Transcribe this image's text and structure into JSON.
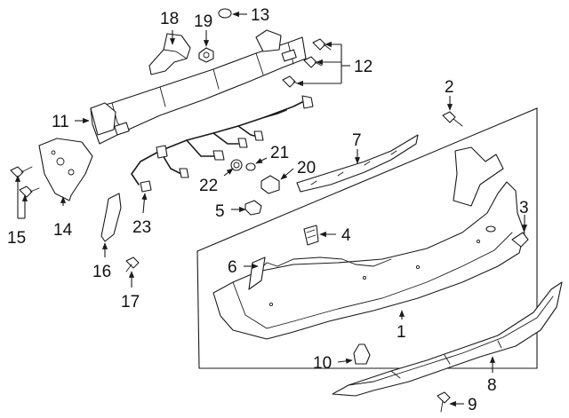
{
  "diagram": {
    "callouts": {
      "c1": "1",
      "c2": "2",
      "c3": "3",
      "c4": "4",
      "c5": "5",
      "c6": "6",
      "c7": "7",
      "c8": "8",
      "c9": "9",
      "c10": "10",
      "c11": "11",
      "c12": "12",
      "c13": "13",
      "c14": "14",
      "c15": "15",
      "c16": "16",
      "c17": "17",
      "c18": "18",
      "c19": "19",
      "c20": "20",
      "c21": "21",
      "c22": "22",
      "c23": "23"
    }
  }
}
